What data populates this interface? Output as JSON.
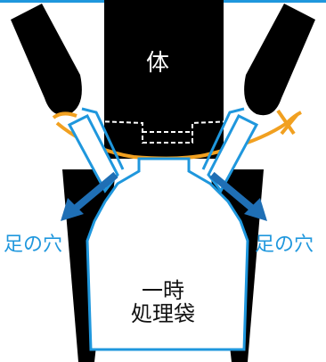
{
  "labels": {
    "body": "体",
    "leg_hole_left": "足の穴",
    "leg_hole_right": "足の穴",
    "bag_line1": "一時",
    "bag_line2": "処理袋"
  },
  "colors": {
    "figure": "#000000",
    "bag_outline": "#1f97dd",
    "arrow": "#1f6fb5",
    "string": "#f1a020",
    "background": "#ffffff"
  }
}
